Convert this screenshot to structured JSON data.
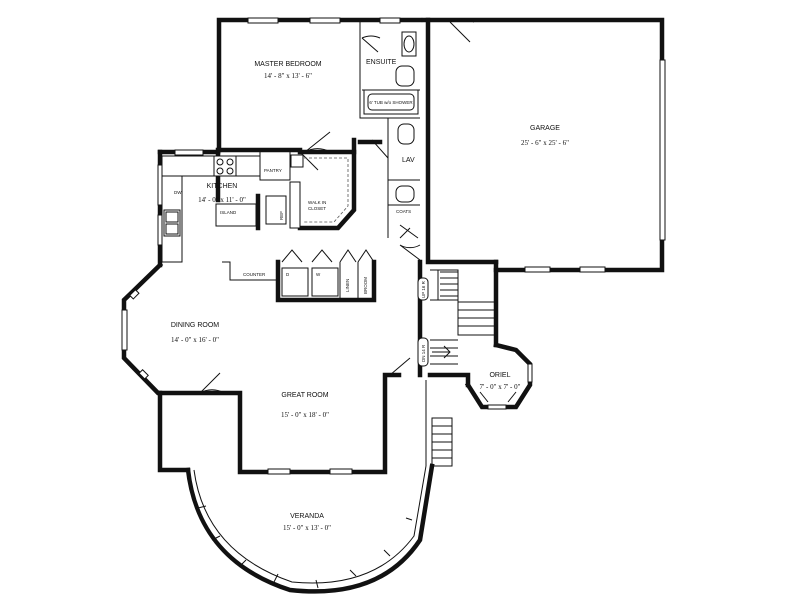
{
  "rooms": {
    "master_bedroom": {
      "name": "MASTER BEDROOM",
      "size": "14' - 8\" x 13' - 6\""
    },
    "ensuite": {
      "name": "ENSUITE"
    },
    "tub": {
      "name": "6' TUB w/o SHOWER"
    },
    "garage": {
      "name": "GARAGE",
      "size": "25' - 6\" x 25' - 6\""
    },
    "lav": {
      "name": "LAV"
    },
    "coats": {
      "name": "COATS"
    },
    "kitchen": {
      "name": "KITCHEN",
      "size": "14' - 0\" x 11' - 0\""
    },
    "pantry": {
      "name": "PANTRY"
    },
    "island": {
      "name": "ISLAND"
    },
    "dw": {
      "name": "DW"
    },
    "ref": {
      "name": "REF"
    },
    "walk_in_closet": {
      "name_line1": "WALK IN",
      "name_line2": "CLOSET"
    },
    "counter": {
      "name": "COUNTER"
    },
    "washer": {
      "name": "W"
    },
    "dryer": {
      "name": "D"
    },
    "linen": {
      "name": "LINEN"
    },
    "broom": {
      "name": "BROOM"
    },
    "dining_room": {
      "name": "DINING ROOM",
      "size": "14' - 0\" x 16' - 0\""
    },
    "great_room": {
      "name": "GREAT ROOM",
      "size": "15' - 0\" x 18' - 0\""
    },
    "oriel": {
      "name": "ORIEL",
      "size": "7' - 0\" x 7' - 0\""
    },
    "veranda": {
      "name": "VERANDA",
      "size": "15' - 0\" x 13' - 0\""
    }
  },
  "stairs": {
    "up": "UP 16 R",
    "down": "DN 14 R"
  }
}
